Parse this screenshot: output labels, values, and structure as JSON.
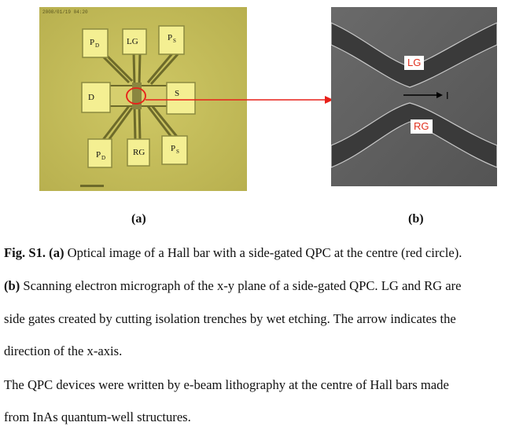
{
  "figure": {
    "panel_a": {
      "timestamp": "2008/01/19 04:20",
      "pads": {
        "top_left": "P",
        "top_left_sub": "D",
        "top_center": "LG",
        "top_right": "P",
        "top_right_sub": "S",
        "left": "D",
        "right": "S",
        "bottom_left": "P",
        "bottom_left_sub": "D",
        "bottom_center": "RG",
        "bottom_right": "P",
        "bottom_right_sub": "S"
      }
    },
    "panel_b": {
      "label_top": "LG",
      "label_bottom": "RG",
      "arrow_label": "I"
    },
    "label_a": "(a)",
    "label_b": "(b)"
  },
  "caption": {
    "fig_title": "Fig. S1.",
    "part_a_tag": "(a)",
    "part_a_text": " Optical image of a Hall bar with a side-gated QPC at the centre (red circle).",
    "part_b_tag": "(b)",
    "part_b_text": " Scanning electron micrograph of the x-y plane of a side-gated QPC. LG and RG are",
    "line3": "side gates created by cutting isolation trenches by wet etching. The arrow indicates the",
    "line4": "direction of the x-axis.",
    "line5": "The QPC devices were written by e-beam lithography at the centre of Hall bars made",
    "line6": "from InAs quantum-well structures."
  },
  "colors": {
    "substrate": "#c9c25e",
    "pad": "#f4ef92",
    "channel": "#6d6a2a",
    "marker": "#e8201a",
    "sem_background": "#5e5e5e",
    "sem_trench": "#3a3a3a"
  }
}
